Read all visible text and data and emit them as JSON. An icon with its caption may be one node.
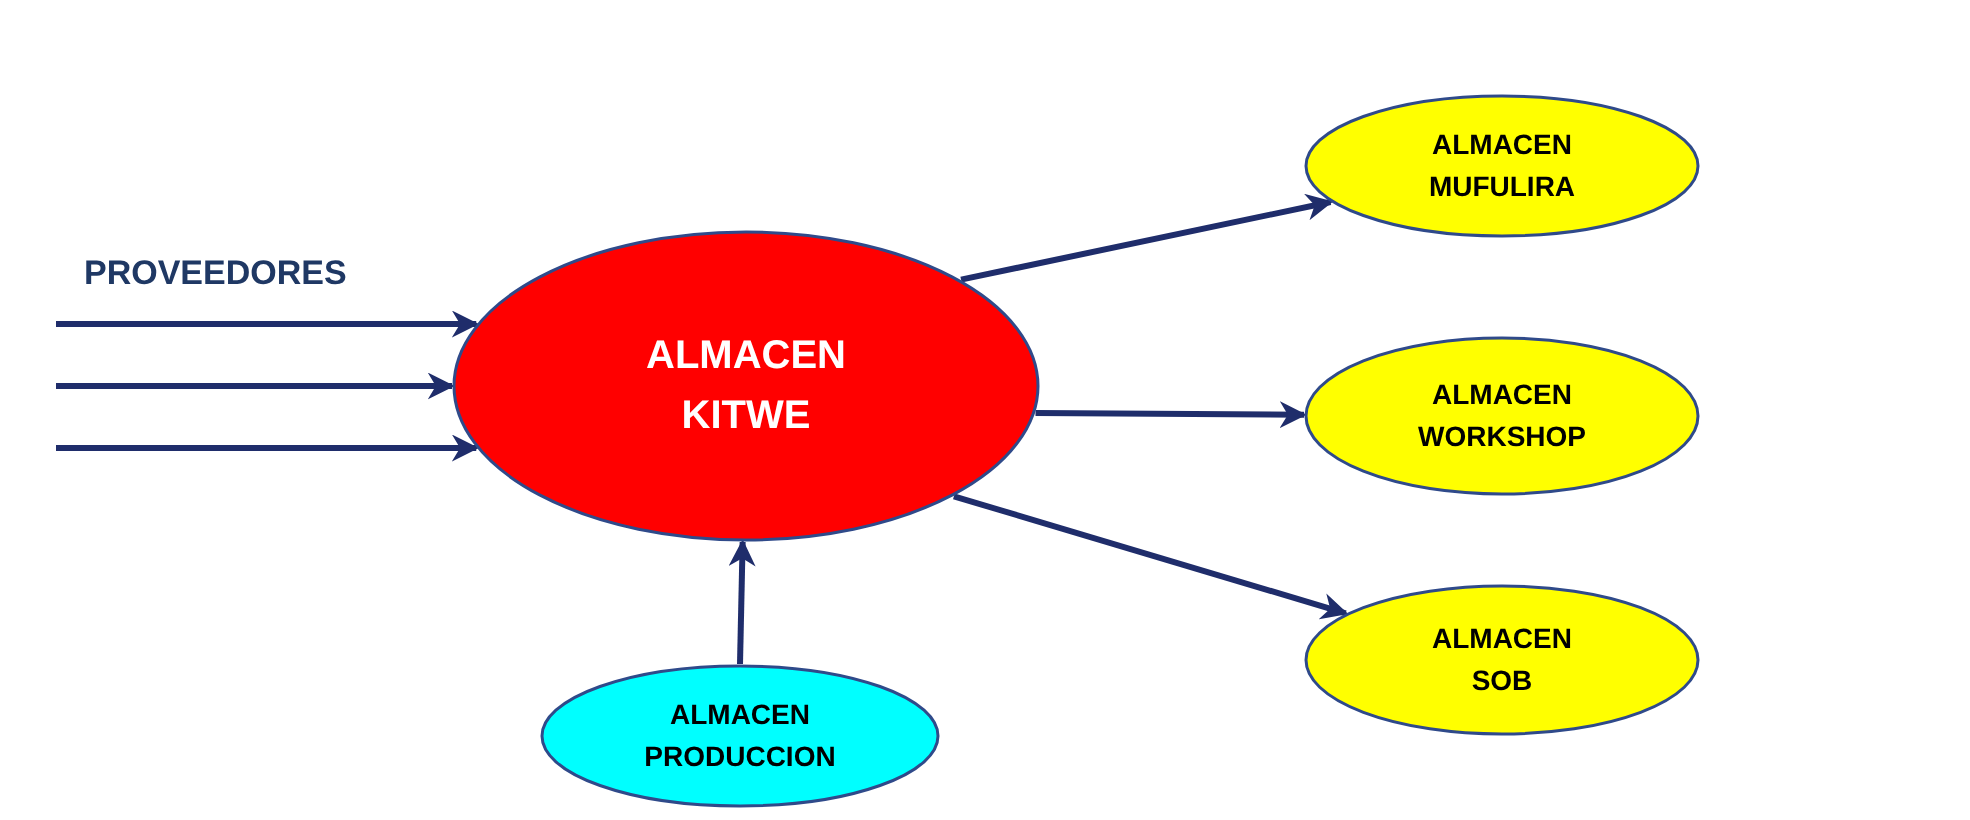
{
  "diagram": {
    "nodes": [
      {
        "text": [
          "ALMACEN KITWE"
        ]
      },
      {
        "text": [
          "ALMACEN MUFULIRA"
        ]
      },
      {
        "text": [
          "ALMACEN WORKSHOP"
        ]
      },
      {
        "text": [
          "ALMACEN SOB"
        ]
      },
      {
        "text": [
          "ALMACEN PRODUCCION"
        ]
      }
    ],
    "edges": [
      {
        "from": null,
        "to": 0,
        "arrow": "to"
      },
      {
        "from": null,
        "to": 0,
        "arrow": "to"
      },
      {
        "from": null,
        "to": 0,
        "arrow": "to"
      },
      {
        "from": 0,
        "to": 1,
        "arrow": "to"
      },
      {
        "from": 0,
        "to": 2,
        "arrow": "to"
      },
      {
        "from": 0,
        "to": 3,
        "arrow": "to"
      },
      {
        "from": 4,
        "to": 0,
        "arrow": "to"
      }
    ],
    "labels": [
      "PROVEEDORES"
    ]
  }
}
